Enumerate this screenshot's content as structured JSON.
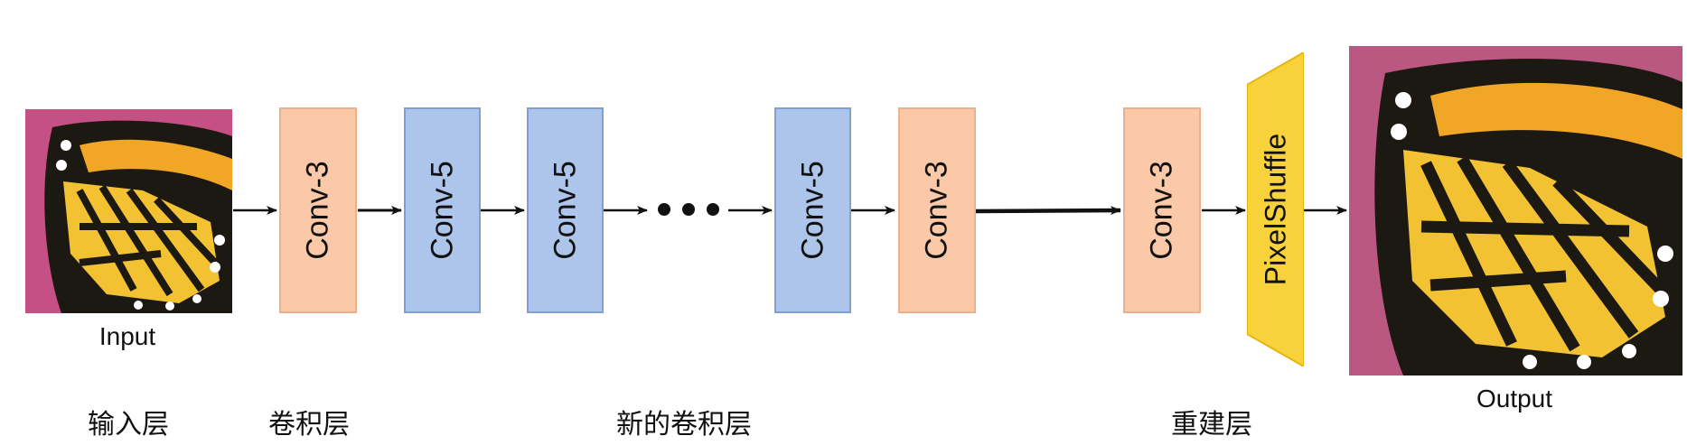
{
  "colors": {
    "conv3_fill": "#fcc9a8",
    "conv3_border": "#eeb08a",
    "conv5_fill": "#adc5ea",
    "conv5_border": "#7f9fd6",
    "pixelshuffle_fill": "#f8d23a",
    "pixelshuffle_border": "#e8b410",
    "arrow": "#111111"
  },
  "blocks": {
    "conv3_a": "Conv-3",
    "conv5_a": "Conv-5",
    "conv5_b": "Conv-5",
    "conv5_c": "Conv-5",
    "conv3_b": "Conv-3",
    "conv3_c": "Conv-3",
    "pixelshuffle": "PixelShuffle"
  },
  "captions": {
    "input": "Input",
    "output": "Output"
  },
  "layer_labels": {
    "input_layer": "输入层",
    "conv_layer": "卷积层",
    "new_conv_layer": "新的卷积层",
    "reconstruction_layer": "重建层"
  },
  "images": {
    "input": "butterfly-wing-image",
    "output": "butterfly-wing-image"
  }
}
